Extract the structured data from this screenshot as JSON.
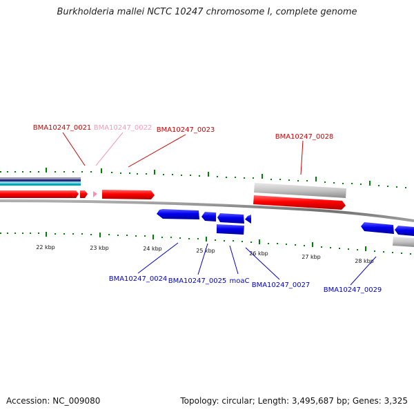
{
  "title": "Burkholderia mallei NCTC 10247 chromosome I, complete genome",
  "accession_text": "Accession: NC_009080",
  "summary_text": "Topology: circular; Length: 3,495,687 bp; Genes: 3,325",
  "colors": {
    "forward_gene": "#ff0000",
    "forward_gene_faint": "#ff8ab4",
    "reverse_gene": "#0000ee",
    "pseudo_gene": "#bdbdbd",
    "tick": "#008000",
    "backbone": "#808080",
    "label_forward": "#cc0000",
    "label_forward_faint": "#f39ab8",
    "label_reverse": "#0000cc"
  },
  "scale_ticks": [
    {
      "label": "22 kbp"
    },
    {
      "label": "23 kbp"
    },
    {
      "label": "24 kbp"
    },
    {
      "label": "25 kbp"
    },
    {
      "label": "26 kbp"
    },
    {
      "label": "27 kbp"
    },
    {
      "label": "28 kbp"
    }
  ],
  "gene_labels": {
    "g0021": "BMA10247_0021",
    "g0022": "BMA10247_0022",
    "g0023": "BMA10247_0023",
    "g0028": "BMA10247_0028",
    "g0024": "BMA10247_0024",
    "g0025": "BMA10247_0025",
    "moaC": "moaC",
    "g0027": "BMA10247_0027",
    "g0029": "BMA10247_0029"
  }
}
